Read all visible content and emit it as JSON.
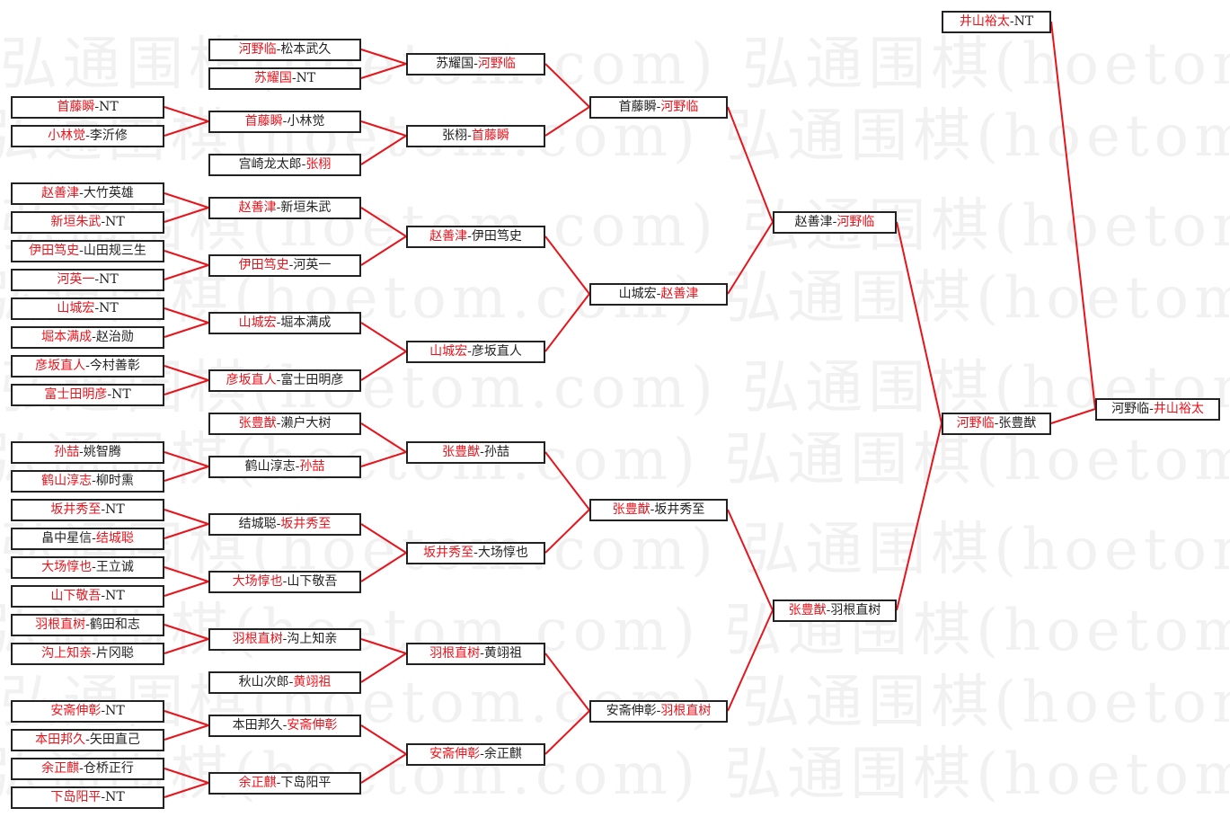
{
  "watermark": "弘通围棋(hoetom.com) 弘通围棋(hoetom.com) 弘",
  "colors": {
    "winner": "#e8141c",
    "line": "#e8141c",
    "text": "#222222"
  },
  "rounds": [
    {
      "matches": [
        {
          "a": "首藤瞬",
          "b": "NT",
          "winner": "a"
        },
        {
          "a": "小林觉",
          "b": "李沂修",
          "winner": "a"
        },
        {
          "a": "赵善津",
          "b": "大竹英雄",
          "winner": "a"
        },
        {
          "a": "新垣朱武",
          "b": "NT",
          "winner": "a"
        },
        {
          "a": "伊田笃史",
          "b": "山田规三生",
          "winner": "a"
        },
        {
          "a": "河英一",
          "b": "NT",
          "winner": "a"
        },
        {
          "a": "山城宏",
          "b": "NT",
          "winner": "a"
        },
        {
          "a": "堀本满成",
          "b": "赵治勋",
          "winner": "a"
        },
        {
          "a": "彦坂直人",
          "b": "今村善彰",
          "winner": "a"
        },
        {
          "a": "富士田明彦",
          "b": "NT",
          "winner": "a"
        },
        {
          "a": "孙喆",
          "b": "姚智腾",
          "winner": "a"
        },
        {
          "a": "鹤山淳志",
          "b": "柳时熏",
          "winner": "a"
        },
        {
          "a": "坂井秀至",
          "b": "NT",
          "winner": "a"
        },
        {
          "a": "畠中星信",
          "b": "结城聪",
          "winner": "b"
        },
        {
          "a": "大场惇也",
          "b": "王立诚",
          "winner": "a"
        },
        {
          "a": "山下敬吾",
          "b": "NT",
          "winner": "a"
        },
        {
          "a": "羽根直树",
          "b": "鹤田和志",
          "winner": "a"
        },
        {
          "a": "沟上知亲",
          "b": "片冈聪",
          "winner": "a"
        },
        {
          "a": "安斋伸彰",
          "b": "NT",
          "winner": "a"
        },
        {
          "a": "本田邦久",
          "b": "矢田直己",
          "winner": "a"
        },
        {
          "a": "余正麒",
          "b": "仓桥正行",
          "winner": "a"
        },
        {
          "a": "下岛阳平",
          "b": "NT",
          "winner": "a"
        }
      ]
    },
    {
      "matches": [
        {
          "a": "河野临",
          "b": "松本武久",
          "winner": "a"
        },
        {
          "a": "苏耀国",
          "b": "NT",
          "winner": "a"
        },
        {
          "a": "首藤瞬",
          "b": "小林觉",
          "winner": "a"
        },
        {
          "a": "宫崎龙太郎",
          "b": "张栩",
          "winner": "b"
        },
        {
          "a": "赵善津",
          "b": "新垣朱武",
          "winner": "a"
        },
        {
          "a": "伊田笃史",
          "b": "河英一",
          "winner": "a"
        },
        {
          "a": "山城宏",
          "b": "堀本满成",
          "winner": "a"
        },
        {
          "a": "彦坂直人",
          "b": "富士田明彦",
          "winner": "a"
        },
        {
          "a": "张豊猷",
          "b": "濑户大树",
          "winner": "a"
        },
        {
          "a": "鹤山淳志",
          "b": "孙喆",
          "winner": "b"
        },
        {
          "a": "结城聪",
          "b": "坂井秀至",
          "winner": "b"
        },
        {
          "a": "大场惇也",
          "b": "山下敬吾",
          "winner": "a"
        },
        {
          "a": "羽根直树",
          "b": "沟上知亲",
          "winner": "a"
        },
        {
          "a": "秋山次郎",
          "b": "黄翊祖",
          "winner": "b"
        },
        {
          "a": "本田邦久",
          "b": "安斋伸彰",
          "winner": "b"
        },
        {
          "a": "余正麒",
          "b": "下岛阳平",
          "winner": "a"
        }
      ]
    },
    {
      "matches": [
        {
          "a": "苏耀国",
          "b": "河野临",
          "winner": "b"
        },
        {
          "a": "张栩",
          "b": "首藤瞬",
          "winner": "b"
        },
        {
          "a": "赵善津",
          "b": "伊田笃史",
          "winner": "a"
        },
        {
          "a": "山城宏",
          "b": "彦坂直人",
          "winner": "a"
        },
        {
          "a": "张豊猷",
          "b": "孙喆",
          "winner": "a"
        },
        {
          "a": "坂井秀至",
          "b": "大场惇也",
          "winner": "a"
        },
        {
          "a": "羽根直树",
          "b": "黄翊祖",
          "winner": "a"
        },
        {
          "a": "安斋伸彰",
          "b": "余正麒",
          "winner": "a"
        }
      ]
    },
    {
      "matches": [
        {
          "a": "首藤瞬",
          "b": "河野临",
          "winner": "b"
        },
        {
          "a": "山城宏",
          "b": "赵善津",
          "winner": "b"
        },
        {
          "a": "张豊猷",
          "b": "坂井秀至",
          "winner": "a"
        },
        {
          "a": "安斋伸彰",
          "b": "羽根直树",
          "winner": "b"
        }
      ]
    },
    {
      "matches": [
        {
          "a": "赵善津",
          "b": "河野临",
          "winner": "b"
        },
        {
          "a": "张豊猷",
          "b": "羽根直树",
          "winner": "a"
        }
      ]
    },
    {
      "matches": [
        {
          "a": "井山裕太",
          "b": "NT",
          "winner": "a"
        },
        {
          "a": "河野临",
          "b": "张豊猷",
          "winner": "a"
        }
      ]
    },
    {
      "matches": [
        {
          "a": "河野临",
          "b": "井山裕太",
          "winner": "b"
        }
      ]
    }
  ]
}
